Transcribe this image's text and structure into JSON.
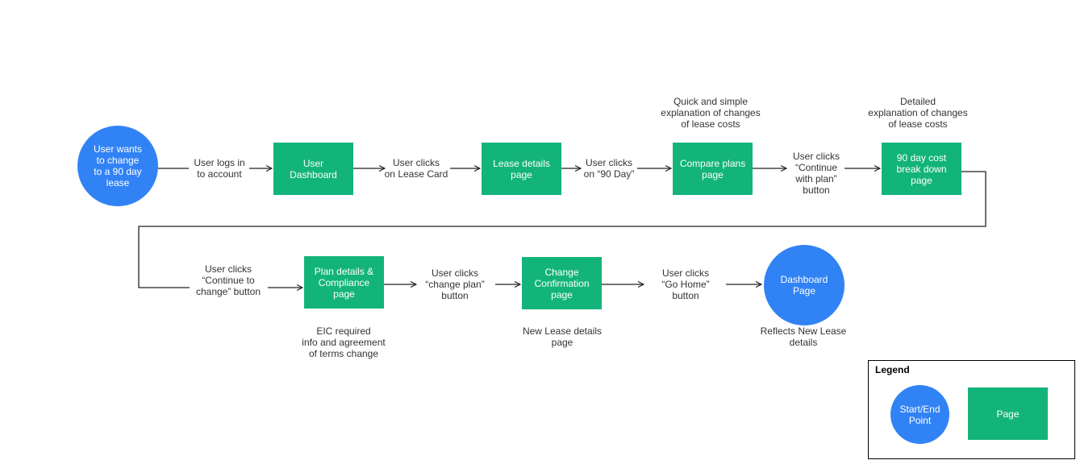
{
  "colors": {
    "start_end": "#3183f5",
    "page": "#13b47a",
    "arrow": "#222222",
    "text": "#333333"
  },
  "nodes": {
    "start": "User wants\nto change\nto a 90 day\nlease",
    "user_dashboard": "User\nDashboard",
    "lease_details": "Lease details\npage",
    "compare_plans": "Compare plans\npage",
    "cost_breakdown": "90 day cost\nbreak down\npage",
    "plan_details": "Plan details &\nCompliance\npage",
    "change_confirmation": "Change\nConfirmation\npage",
    "dashboard_end": "Dashboard\nPage"
  },
  "transitions": {
    "logs_in": "User logs in\nto account",
    "clicks_lease_card": "User clicks\non Lease Card",
    "clicks_90_day": "User clicks\non “90 Day”",
    "clicks_continue_plan": "User clicks\n“Continue\nwith plan”\nbutton",
    "clicks_continue_change": "User clicks\n“Continue to\nchange” button",
    "clicks_change_plan": "User clicks\n“change plan”\nbutton",
    "clicks_go_home": "User clicks\n“Go Home”\nbutton"
  },
  "annotations": {
    "compare_plans_note": "Quick and simple\nexplanation of changes\nof lease costs",
    "cost_breakdown_note": "Detailed\nexplanation of changes\nof lease costs",
    "plan_details_note": "EIC required\ninfo and agreement\nof terms change",
    "change_confirmation_note": "New Lease details\npage",
    "dashboard_end_note": "Reflects New Lease\ndetails"
  },
  "legend": {
    "title": "Legend",
    "start_end": "Start/End\nPoint",
    "page": "Page"
  }
}
